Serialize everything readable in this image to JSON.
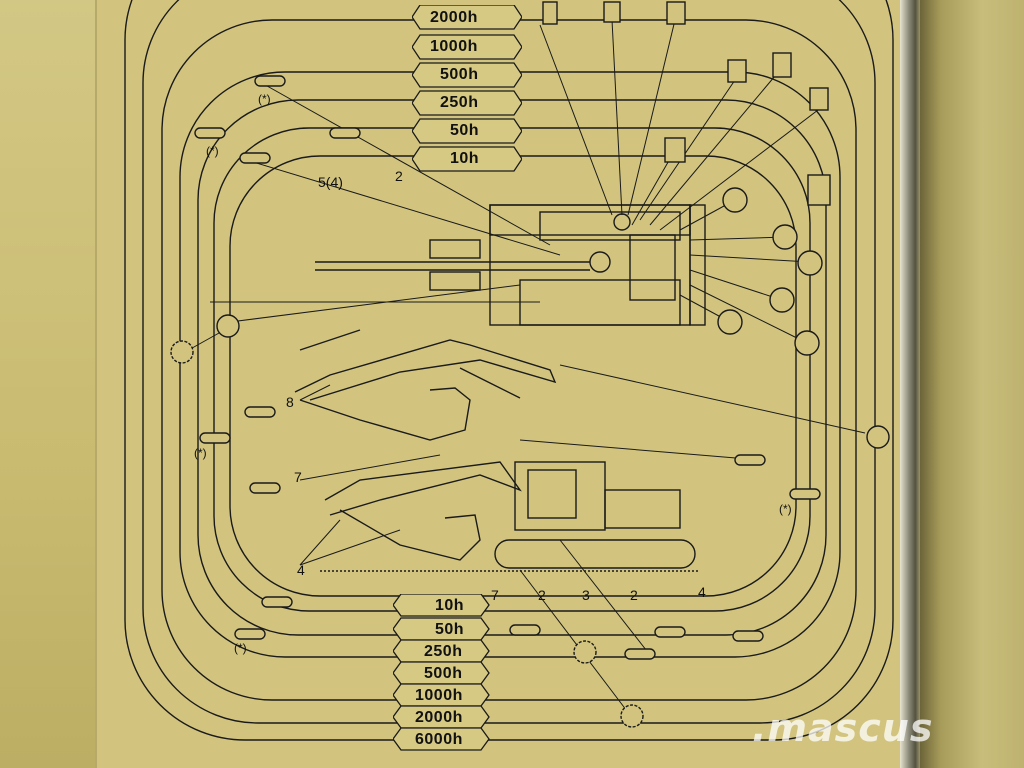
{
  "intervals_top": [
    "2000h",
    "1000h",
    "500h",
    "250h",
    "50h",
    "10h"
  ],
  "intervals_bottom": [
    "10h",
    "50h",
    "250h",
    "500h",
    "1000h",
    "2000h",
    "6000h"
  ],
  "callouts": {
    "c_2_top": "2",
    "c_5_4": "5(4)",
    "c_8": "8",
    "c_7_left": "7",
    "c_4_left": "4",
    "c_7_bottom": "7",
    "c_2_bottom_a": "2",
    "c_3": "3",
    "c_2_bottom_b": "2",
    "c_4_right": "4"
  },
  "asterisk": "(*)",
  "watermark": ".mascus",
  "colors": {
    "panel": "#d2c47e",
    "ink": "#111111"
  }
}
